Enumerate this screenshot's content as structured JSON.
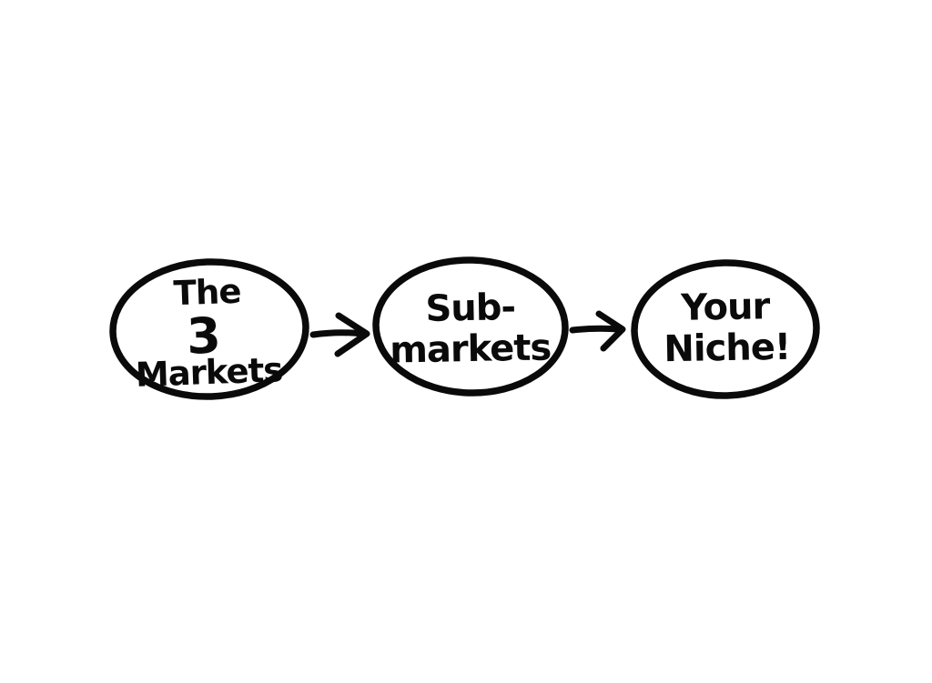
{
  "page": {
    "background_color": "#ffffff",
    "ink_color": "#0a0a0a"
  },
  "diagram": {
    "type": "flow",
    "style": "hand-drawn sketch, black marker on white",
    "nodes": [
      {
        "id": "the-3-markets",
        "shape": "ellipse",
        "lines": {
          "0": "The",
          "1": "3",
          "2": "Markets"
        }
      },
      {
        "id": "sub-markets",
        "shape": "ellipse",
        "lines": {
          "0": "Sub-",
          "1": "markets"
        }
      },
      {
        "id": "your-niche",
        "shape": "ellipse",
        "lines": {
          "0": "Your",
          "1": "Niche!"
        }
      }
    ],
    "arrows": [
      {
        "id": "arrow-1",
        "from": "the-3-markets",
        "to": "sub-markets",
        "direction": "right"
      },
      {
        "id": "arrow-2",
        "from": "sub-markets",
        "to": "your-niche",
        "direction": "right"
      }
    ]
  }
}
